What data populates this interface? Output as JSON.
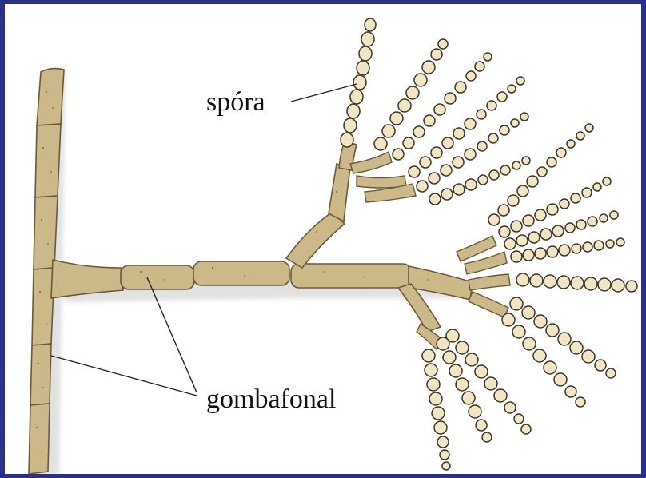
{
  "labels": {
    "spore": "spóra",
    "hypha": "gombafonal"
  },
  "colors": {
    "frame": "#2a2f8e",
    "background": "#ffffff",
    "hypha_fill": "#cbb98a",
    "hypha_stroke": "#6b5a36",
    "spore_fill": "#f0e6c4",
    "spore_stroke": "#3a3528",
    "leader_line": "#222222"
  },
  "icons": {
    "figure": "mold-hypha-with-spore-chains-illustration"
  }
}
